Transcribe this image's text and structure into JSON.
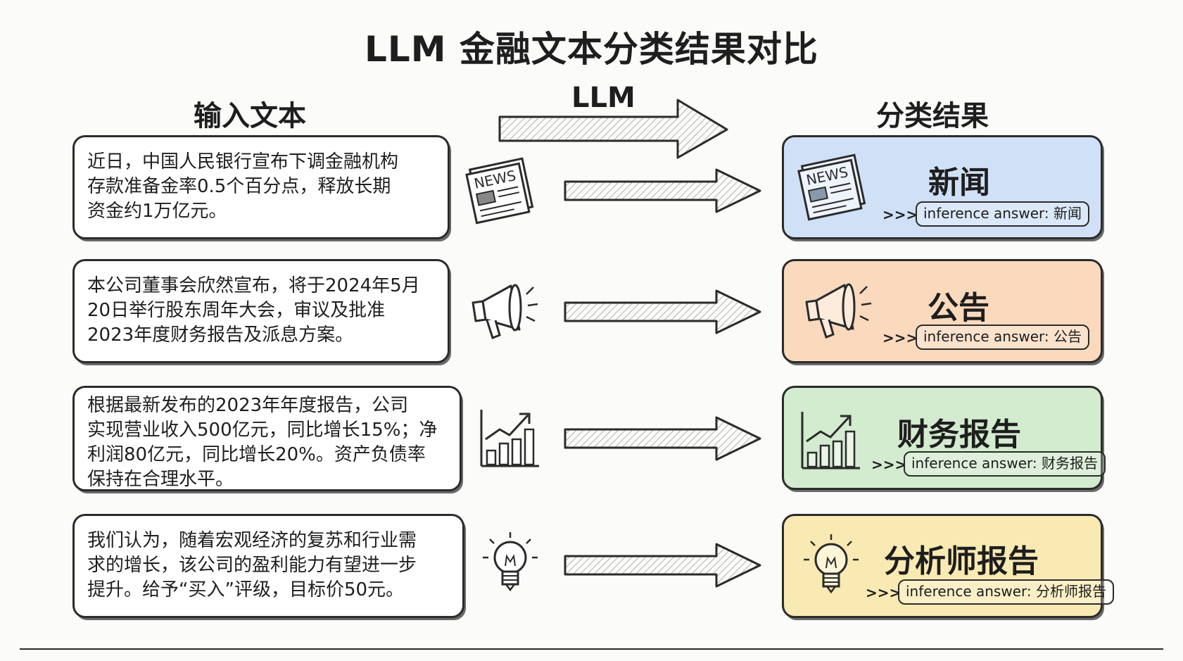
{
  "title": "LLM 金融文本分类结果对比",
  "headers": {
    "input": "输入文本",
    "llm": "LLM",
    "output": "分类结果"
  },
  "rows": [
    {
      "input_lines": [
        "近日，中国人民银行宣布下调金融机构",
        "存款准备金率0.5个百分点，释放长期",
        "资金约1万亿元。"
      ],
      "icon": "newspaper-icon",
      "icon_text": "NEWS",
      "category": "新闻",
      "prompt": ">>>",
      "answer": "inference answer:  新闻",
      "color": "#cfe0f7"
    },
    {
      "input_lines": [
        "本公司董事会欣然宣布，将于2024年5月",
        "20日举行股东周年大会，审议及批准",
        "2023年度财务报告及派息方案。"
      ],
      "icon": "megaphone-icon",
      "category": "公告",
      "prompt": ">>>",
      "answer": "inference answer:  公告",
      "color": "#fad9bd"
    },
    {
      "input_lines": [
        "根据最新发布的2023年年度报告，公司",
        "实现营业收入500亿元，同比增长15%；净",
        "利润80亿元，同比增长20%。资产负债率",
        "保持在合理水平。"
      ],
      "icon": "bar-chart-icon",
      "category": "财务报告",
      "prompt": ">>>",
      "answer": "inference answer:  财务报告",
      "color": "#d3ebcf"
    },
    {
      "input_lines": [
        "我们认为，随着宏观经济的复苏和行业需",
        "求的增长，该公司的盈利能力有望进一步",
        "提升。给予“买入”评级，目标价50元。"
      ],
      "icon": "lightbulb-icon",
      "category": "分析师报告",
      "prompt": ">>>",
      "answer": "inference answer:  分析师报告",
      "color": "#f9eab3"
    }
  ]
}
